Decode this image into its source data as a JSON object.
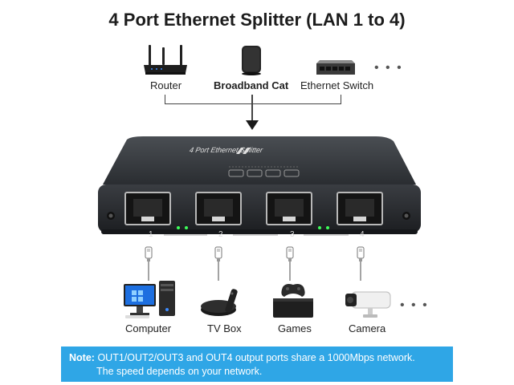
{
  "title": "4 Port Ethernet Splitter (LAN 1 to 4)",
  "sources": [
    {
      "label": "Router",
      "icon": "router-icon"
    },
    {
      "label": "Broadband Cat",
      "icon": "broadband-cat-icon"
    },
    {
      "label": "Ethernet Switch",
      "icon": "ethernet-switch-icon"
    }
  ],
  "more_dots": "• • •",
  "device_caption": "4 Port Ethernet Splitter",
  "ports": [
    "1",
    "2",
    "3",
    "4"
  ],
  "outputs": [
    {
      "label": "Computer",
      "icon": "computer-icon"
    },
    {
      "label": "TV Box",
      "icon": "tv-box-icon"
    },
    {
      "label": "Games",
      "icon": "game-console-icon"
    },
    {
      "label": "Camera",
      "icon": "security-camera-icon"
    }
  ],
  "note": {
    "lead": "Note:",
    "line1": "OUT1/OUT2/OUT3 and OUT4 output ports share a 1000Mbps network.",
    "line2": "The speed depends on your network."
  },
  "colors": {
    "note_bg": "#2fa6e6",
    "led": "#3dff5a",
    "device_body": "#2c2f33"
  }
}
